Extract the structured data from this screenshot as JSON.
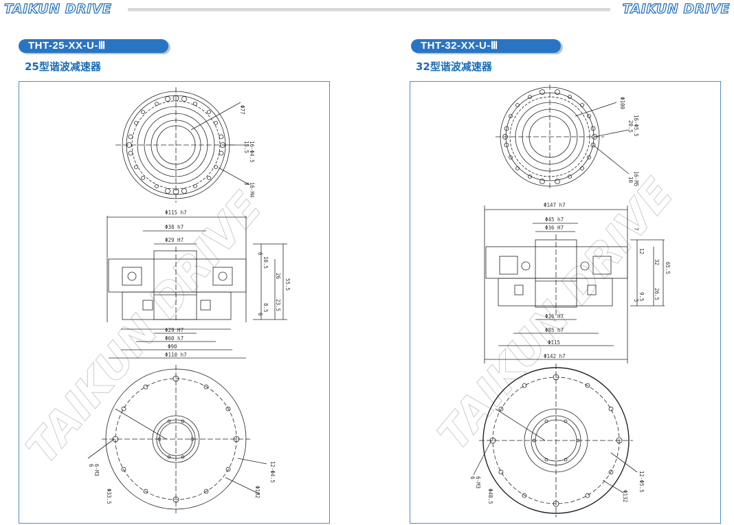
{
  "header": {
    "brand_left": "TAIKUN DRIVE",
    "brand_right": "TAIKUN DRIVE"
  },
  "left": {
    "model": "THT-25-XX-U-Ⅲ",
    "title": "25型谐波减速器",
    "top_view": {
      "dims": [
        "Φ77",
        "16-Φ4.5",
        "15.5",
        "16-M4",
        "8"
      ]
    },
    "side_view": {
      "dims": [
        "Φ115 h7",
        "Φ38 h7",
        "Φ29 H7",
        "Φ29 H7",
        "Φ60 h7",
        "Φ90",
        "Φ110 h7",
        "6",
        "10.5",
        "26",
        "55.5",
        "23.5",
        "8.5",
        "6"
      ]
    },
    "bottom_view": {
      "dims": [
        "6-M3",
        "6",
        "Φ33.5",
        "12-Φ4.5",
        "Φ102"
      ]
    }
  },
  "right": {
    "model": "THT-32-XX-U-Ⅲ",
    "title": "32型谐波减速器",
    "top_view": {
      "dims": [
        "Φ100",
        "16-Φ5.5",
        "20.5",
        "16-M5",
        "10"
      ]
    },
    "side_view": {
      "dims": [
        "Φ147 h7",
        "Φ45 h7",
        "Φ36 H7",
        "Φ36 H7",
        "Φ85 h7",
        "Φ115",
        "Φ142 h7",
        "7",
        "12",
        "32",
        "65.5",
        "26.5",
        "9.5",
        "5"
      ]
    },
    "bottom_view": {
      "dims": [
        "6-M3",
        "6",
        "Φ40.5",
        "12-Φ5.5",
        "Φ132"
      ]
    }
  },
  "watermark": "TAIKUN DRIVE",
  "colors": {
    "accent": "#2a74c4",
    "brand": "#1a6bb5",
    "frame": "#4a8bc9"
  }
}
